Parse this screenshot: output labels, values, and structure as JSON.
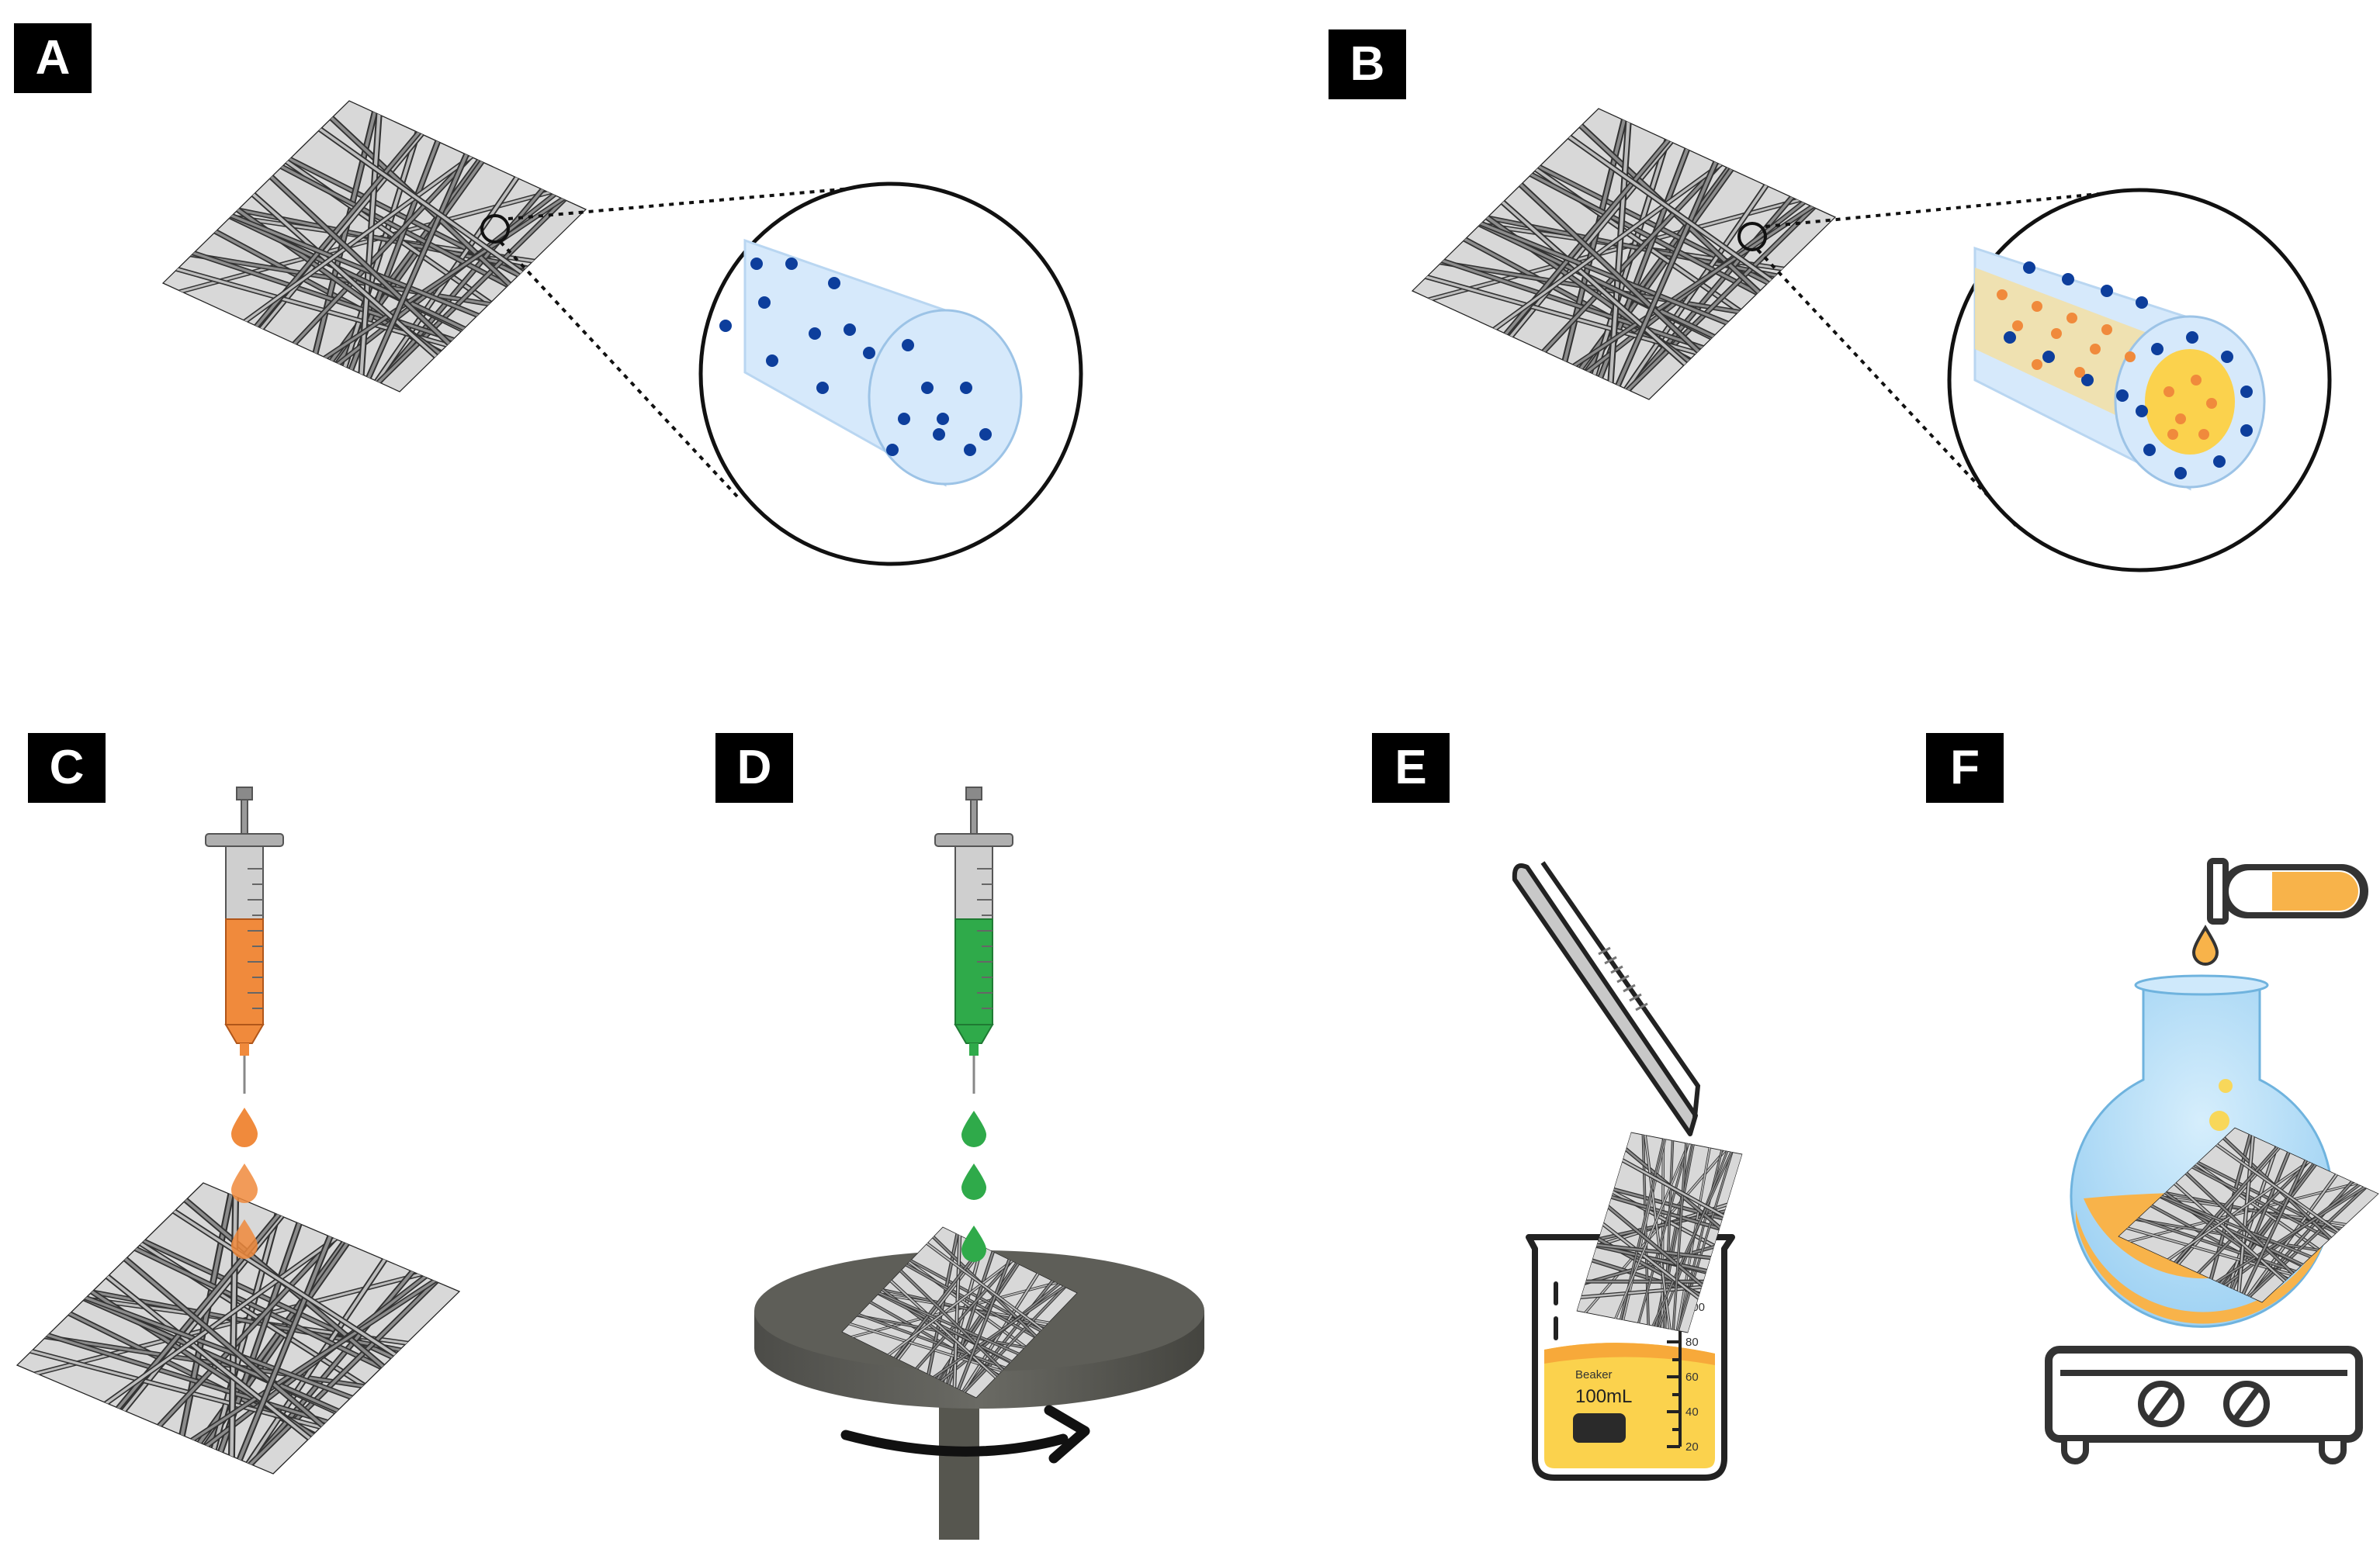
{
  "panels": {
    "a": "A",
    "b": "B",
    "c": "C",
    "d": "D",
    "e": "E",
    "f": "F"
  },
  "beaker": {
    "brand": "Beaker",
    "volume": "100mL",
    "ticks": [
      "100",
      "80",
      "60",
      "40",
      "20"
    ]
  },
  "colors": {
    "fiber": "#4a4a4a",
    "mesh_bg": "#d8d8d8",
    "blue_dot": "#0d3e9c",
    "fiber_tube": "#d6e9fb",
    "orange": "#f08a3c",
    "green": "#2faa4a",
    "yellow_liquid": "#fbd24d",
    "orange_liquid": "#f8b34a",
    "flask_glass": "#b6defa",
    "turntable": "#5a5a55"
  },
  "icons": [
    "fiber-mesh-icon",
    "magnifier-circle-icon",
    "syringe-icon",
    "droplet-icon",
    "turntable-icon",
    "rotation-arrow-icon",
    "tweezers-icon",
    "beaker-icon",
    "test-tube-icon",
    "round-flask-icon",
    "hot-plate-icon"
  ]
}
